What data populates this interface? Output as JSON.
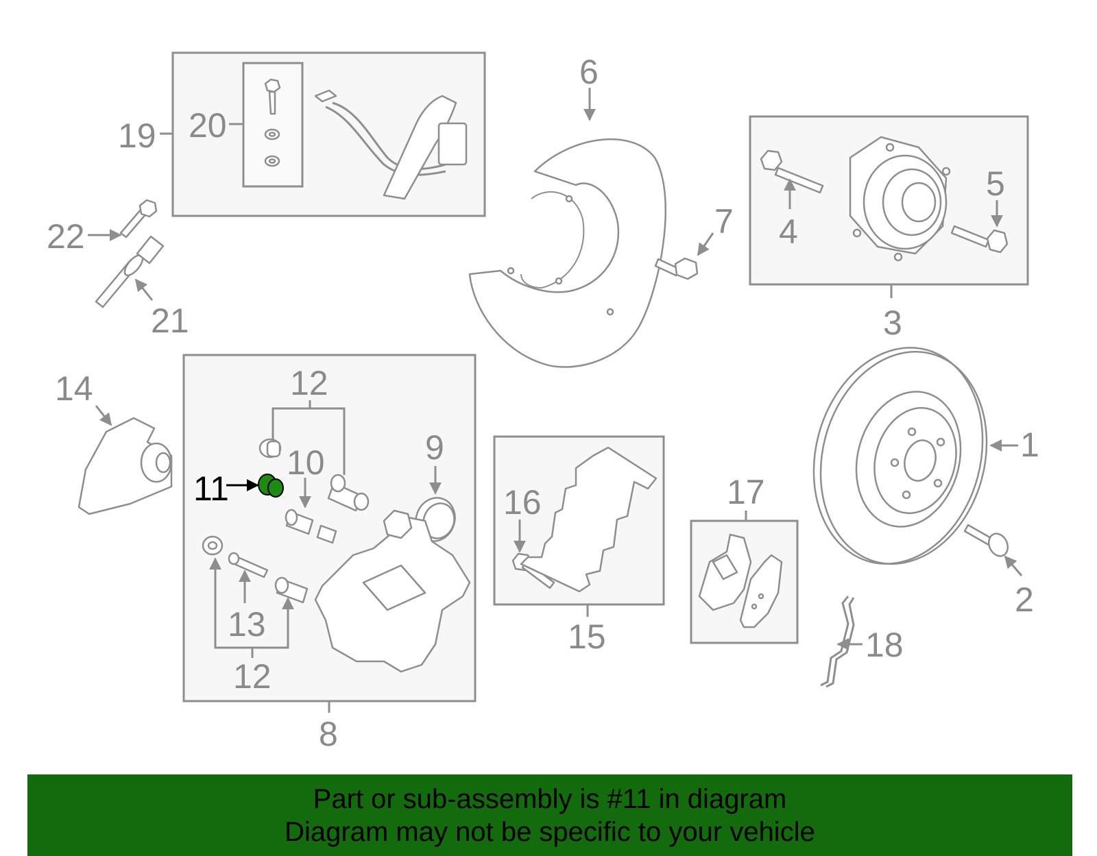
{
  "diagram": {
    "highlight_part": "11",
    "highlight_color": "#1e8a14",
    "banner_color": "#146b0e",
    "labels": {
      "c1": "1",
      "c2": "2",
      "c3": "3",
      "c4": "4",
      "c5": "5",
      "c6": "6",
      "c7": "7",
      "c8": "8",
      "c9": "9",
      "c10": "10",
      "c11": "11",
      "c12a": "12",
      "c12b": "12",
      "c13": "13",
      "c14": "14",
      "c15": "15",
      "c16": "16",
      "c17": "17",
      "c18": "18",
      "c19": "19",
      "c20": "20",
      "c21": "21",
      "c22": "22"
    }
  },
  "banner": {
    "line1": "Part or sub-assembly is #11 in diagram",
    "line2": "Diagram may not be specific to your vehicle"
  }
}
